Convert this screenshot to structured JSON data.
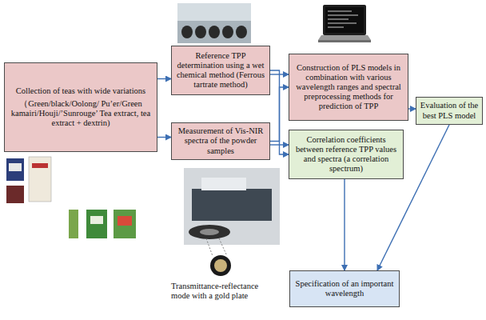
{
  "diagram": {
    "nodes": [
      {
        "text": [
          "Collection of teas with wide variations",
          "（Green/black/Oolong/ Pu’er/Green kamairi/Houji/’Sunrouge’ Tea extract, tea extract + dextrin)"
        ]
      },
      {
        "text": [
          "Reference TPP determination using a wet chemical method (Ferrous tartrate method)"
        ]
      },
      {
        "text": [
          "Measurement of Vis-NIR spectra of the powder samples"
        ]
      },
      {
        "text": [
          "Construction of PLS models in combination with various wavelength ranges and spectral preprocessing methods for prediction of TPP"
        ]
      },
      {
        "text": [
          "Evaluation of the best PLS model"
        ]
      },
      {
        "text": [
          "Correlation coefficients between reference TPP values and spectra (a correlation spectrum)"
        ]
      },
      {
        "text": [
          "Specification of an important wavelength"
        ]
      }
    ],
    "edges": [
      {
        "from": 0,
        "to": 1,
        "arrow": "to"
      },
      {
        "from": 0,
        "to": 2,
        "arrow": "to"
      },
      {
        "from": 1,
        "to": 3,
        "arrow": "to"
      },
      {
        "from": 2,
        "to": 3,
        "arrow": "to"
      },
      {
        "from": 1,
        "to": 5,
        "arrow": "to"
      },
      {
        "from": 2,
        "to": 5,
        "arrow": "to"
      },
      {
        "from": 3,
        "to": 4,
        "arrow": "to"
      },
      {
        "from": 5,
        "to": 6,
        "arrow": "to"
      },
      {
        "from": 4,
        "to": 6,
        "arrow": "to"
      }
    ],
    "labels": [
      "Transmittance-reflectance mode with a gold plate"
    ]
  }
}
